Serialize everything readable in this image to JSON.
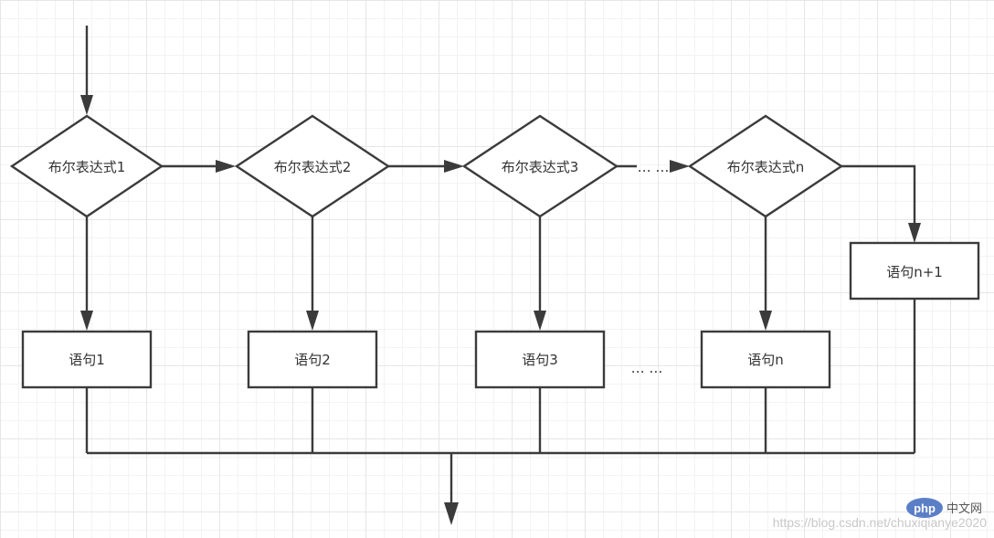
{
  "diagram": {
    "conditions": [
      "布尔表达式1",
      "布尔表达式2",
      "布尔表达式3",
      "布尔表达式n"
    ],
    "statements": [
      "语句1",
      "语句2",
      "语句3",
      "语句n"
    ],
    "else_statement": "语句n+1",
    "ellipsis_top": "… …",
    "ellipsis_bottom": "… …"
  },
  "watermark": {
    "logo_text": "php",
    "site_name": "中文网",
    "url": "https://blog.csdn.net/chuxiqianye2020"
  },
  "colors": {
    "stroke": "#3b3b3b",
    "grid": "#e6e6e6",
    "logo": "#5b7fc7"
  }
}
